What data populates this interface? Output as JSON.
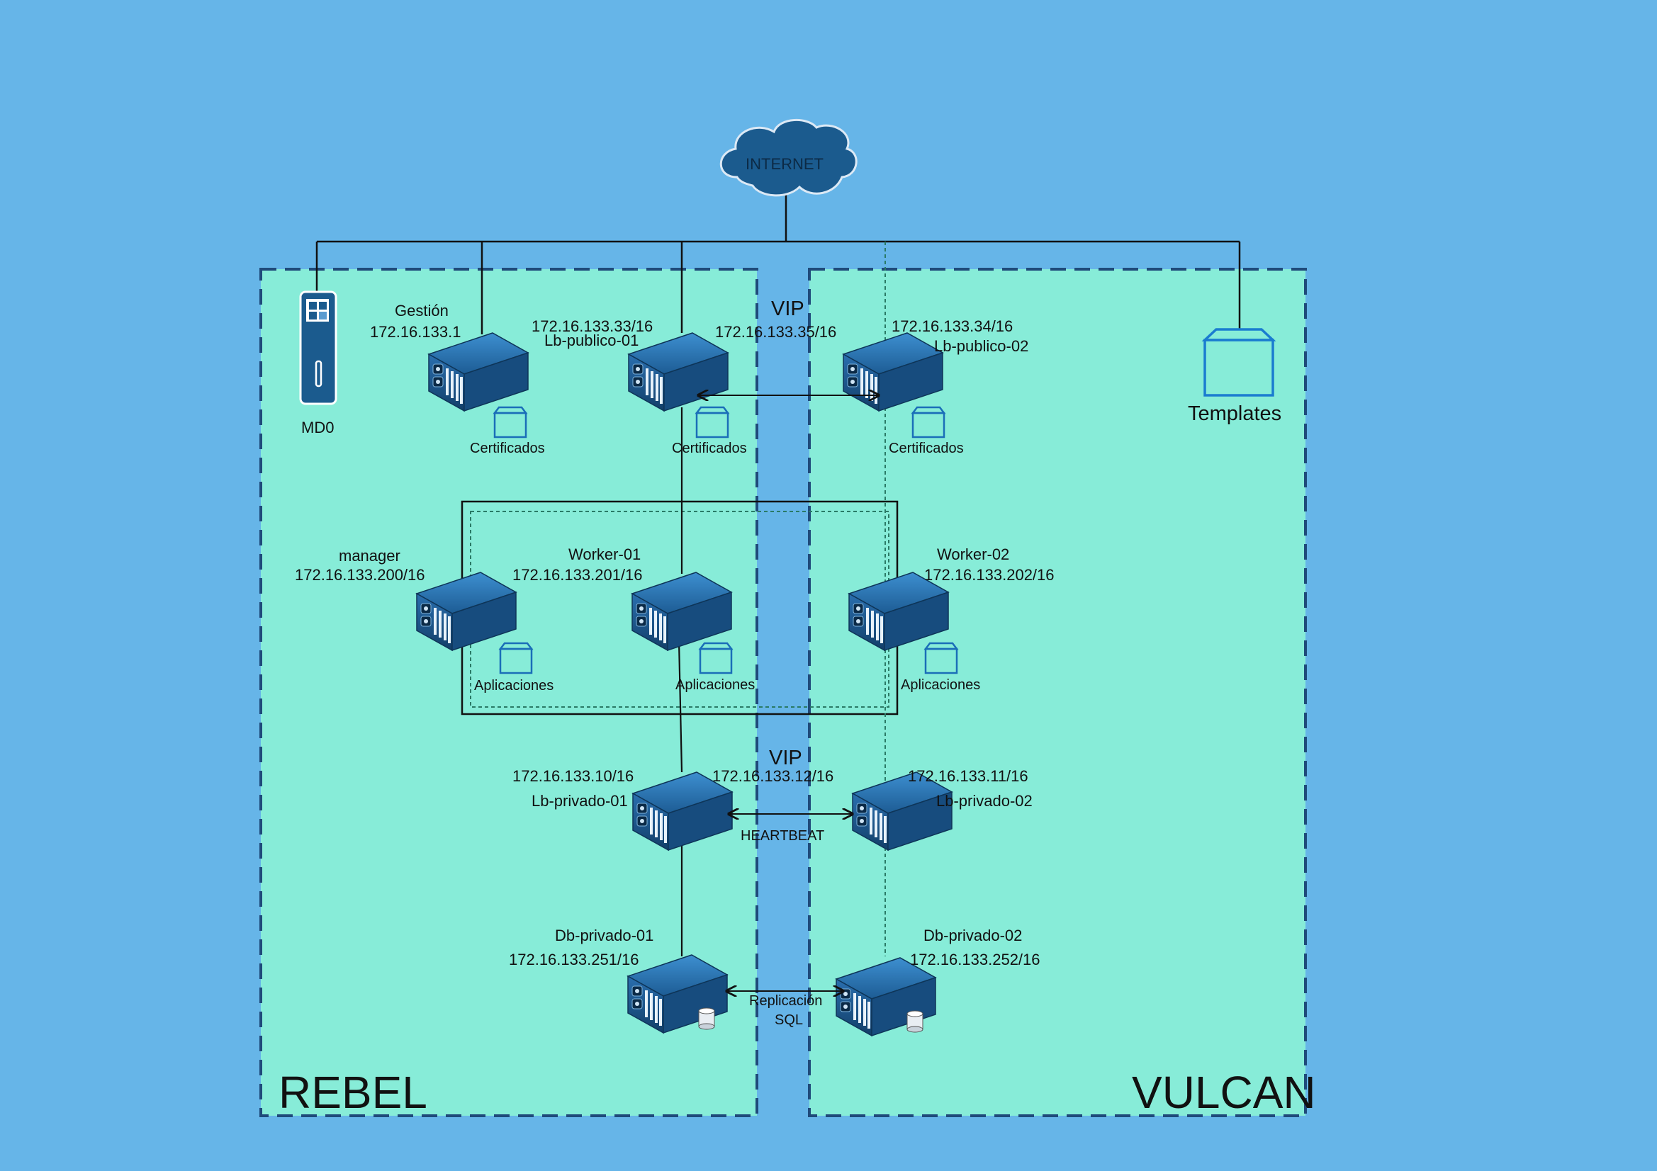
{
  "cloud": {
    "label": "INTERNET"
  },
  "zones": {
    "left": "REBEL",
    "right": "VULCAN"
  },
  "vip": {
    "top": "VIP",
    "bottom": "VIP"
  },
  "mdo": {
    "label": "MD0"
  },
  "templates": {
    "label": "Templates"
  },
  "nodes": {
    "gestion": {
      "name": "Gestión",
      "ip": "172.16.133.1",
      "storage": "Certificados"
    },
    "lb_pub1": {
      "name": "Lb-publico-01",
      "ip": "172.16.133.33/16",
      "storage": "Certificados"
    },
    "vip_pub": {
      "ip": "172.16.133.35/16"
    },
    "lb_pub2": {
      "name": "Lb-publico-02",
      "ip": "172.16.133.34/16",
      "storage": "Certificados"
    },
    "manager": {
      "name": "manager",
      "ip": "172.16.133.200/16",
      "storage": "Aplicaciones"
    },
    "worker1": {
      "name": "Worker-01",
      "ip": "172.16.133.201/16",
      "storage": "Aplicaciones"
    },
    "worker2": {
      "name": "Worker-02",
      "ip": "172.16.133.202/16",
      "storage": "Aplicaciones"
    },
    "lb_priv1": {
      "name": "Lb-privado-01",
      "ip": "172.16.133.10/16"
    },
    "vip_priv": {
      "ip": "172.16.133.12/16"
    },
    "lb_priv2": {
      "name": "Lb-privado-02",
      "ip": "172.16.133.11/16"
    },
    "db1": {
      "name": "Db-privado-01",
      "ip": "172.16.133.251/16"
    },
    "db2": {
      "name": "Db-privado-02",
      "ip": "172.16.133.252/16"
    }
  },
  "links": {
    "heartbeat": "HEARTBEAT",
    "replication_1": "Replicación",
    "replication_2": "SQL"
  },
  "colors": {
    "background": "#66b5e8",
    "zone_fill": "#87ecd8",
    "zone_border": "#1f4a7a",
    "server": "#1f5f95",
    "cloud": "#1b5b8e"
  }
}
